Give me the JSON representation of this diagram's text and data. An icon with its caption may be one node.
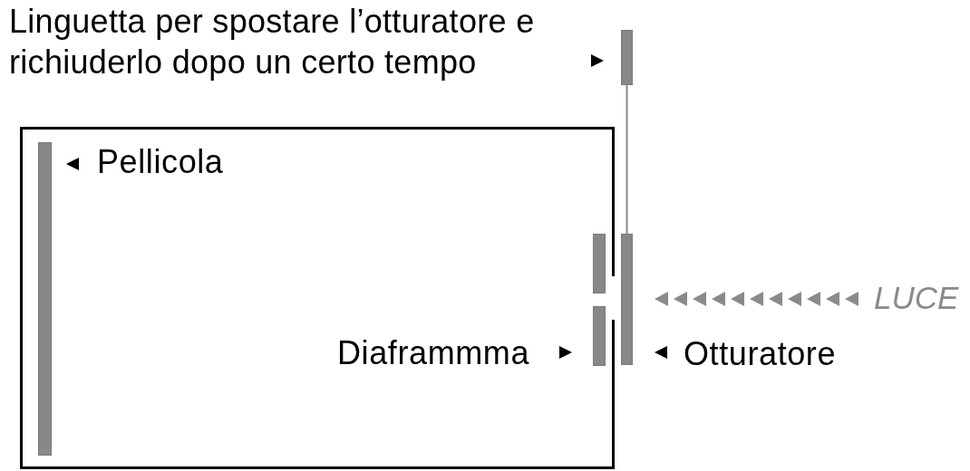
{
  "diagram": {
    "nodes": [
      {
        "text": [],
        "shape": "bar"
      },
      {
        "text": [],
        "shape": "box"
      },
      {
        "text": [],
        "shape": "bar",
        "in": 1
      },
      {
        "text": [],
        "shape": "bar",
        "in": 1
      },
      {
        "text": [],
        "shape": "bar",
        "in": 1
      },
      {
        "text": [],
        "shape": "bar"
      }
    ],
    "edges": [
      {
        "from": 0,
        "to": 5,
        "arrow": "none",
        "color": "#888888"
      }
    ],
    "labels": [
      "Linguetta per spostare l’otturatore e richiuderlo dopo un certo tempo",
      "Pellicola",
      "Diaframmma",
      "Otturatore",
      "LUCE"
    ]
  }
}
